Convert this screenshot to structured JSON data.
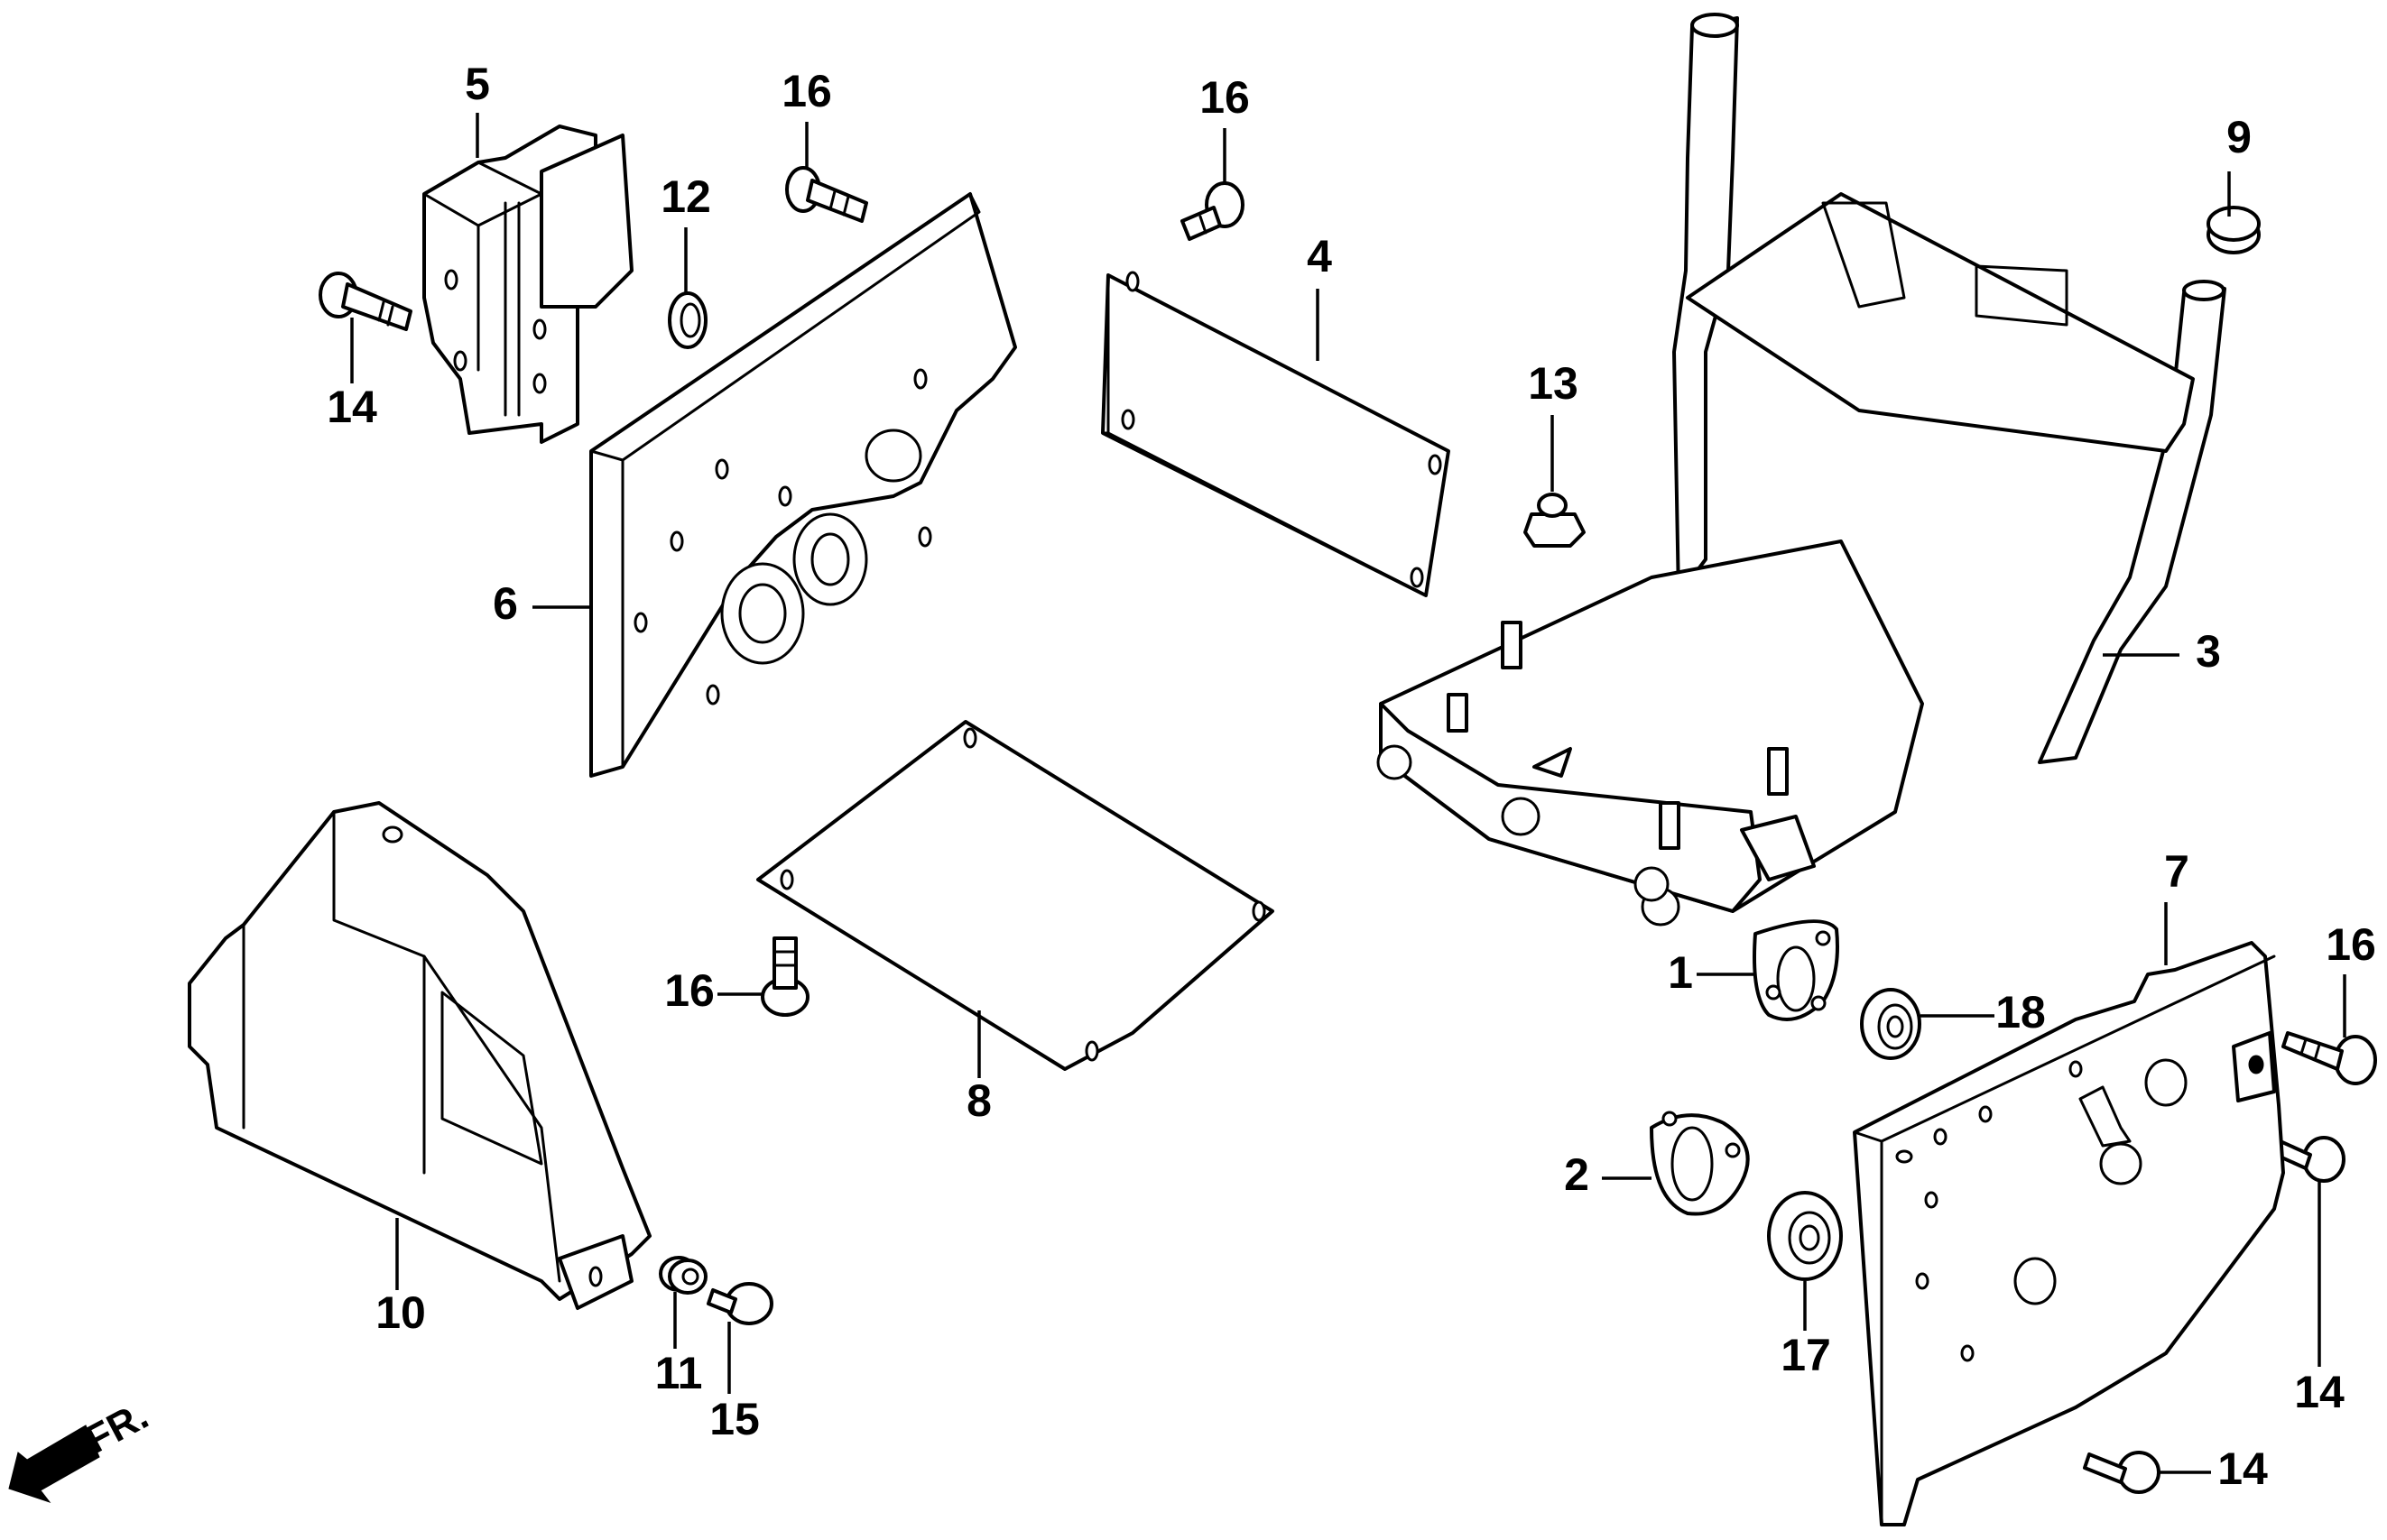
{
  "diagram": {
    "title": "Frame / Side Plate Parts Diagram",
    "direction_indicator": {
      "label": "FR.",
      "icon": "front-direction-arrow-icon"
    },
    "callouts": [
      {
        "id": "c5",
        "number": "5",
        "part": "bracket"
      },
      {
        "id": "c16a",
        "number": "16",
        "part": "flange-bolt"
      },
      {
        "id": "c12",
        "number": "12",
        "part": "nut"
      },
      {
        "id": "c14a",
        "number": "14",
        "part": "flange-bolt"
      },
      {
        "id": "c16b",
        "number": "16",
        "part": "flange-bolt"
      },
      {
        "id": "c4",
        "number": "4",
        "part": "cover-plate"
      },
      {
        "id": "c13",
        "number": "13",
        "part": "nut"
      },
      {
        "id": "c9",
        "number": "9",
        "part": "cap"
      },
      {
        "id": "c3",
        "number": "3",
        "part": "frame"
      },
      {
        "id": "c6",
        "number": "6",
        "part": "side-plate-left"
      },
      {
        "id": "c16c",
        "number": "16",
        "part": "flange-bolt"
      },
      {
        "id": "c8",
        "number": "8",
        "part": "bottom-plate"
      },
      {
        "id": "c10",
        "number": "10",
        "part": "belt-cover"
      },
      {
        "id": "c11",
        "number": "11",
        "part": "collar"
      },
      {
        "id": "c15",
        "number": "15",
        "part": "bolt"
      },
      {
        "id": "c1",
        "number": "1",
        "part": "bearing-holder"
      },
      {
        "id": "c18",
        "number": "18",
        "part": "bearing"
      },
      {
        "id": "c7",
        "number": "7",
        "part": "side-plate-right"
      },
      {
        "id": "c16d",
        "number": "16",
        "part": "flange-bolt"
      },
      {
        "id": "c2",
        "number": "2",
        "part": "bearing-holder"
      },
      {
        "id": "c17",
        "number": "17",
        "part": "bearing"
      },
      {
        "id": "c14b",
        "number": "14",
        "part": "flange-bolt"
      },
      {
        "id": "c14c",
        "number": "14",
        "part": "flange-bolt"
      }
    ]
  }
}
